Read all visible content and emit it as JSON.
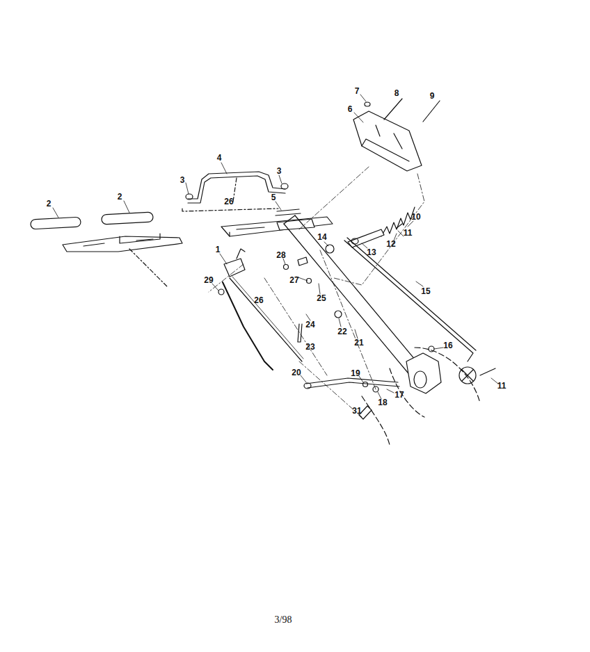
{
  "diagram": {
    "labels": [
      "7",
      "8",
      "9",
      "6",
      "4",
      "3",
      "3",
      "2",
      "2",
      "26",
      "5",
      "10",
      "11",
      "12",
      "14",
      "13",
      "1",
      "28",
      "27",
      "29",
      "25",
      "26",
      "15",
      "24",
      "22",
      "23",
      "21",
      "16",
      "20",
      "19",
      "11",
      "17",
      "18",
      "31",
      "3/98"
    ]
  }
}
